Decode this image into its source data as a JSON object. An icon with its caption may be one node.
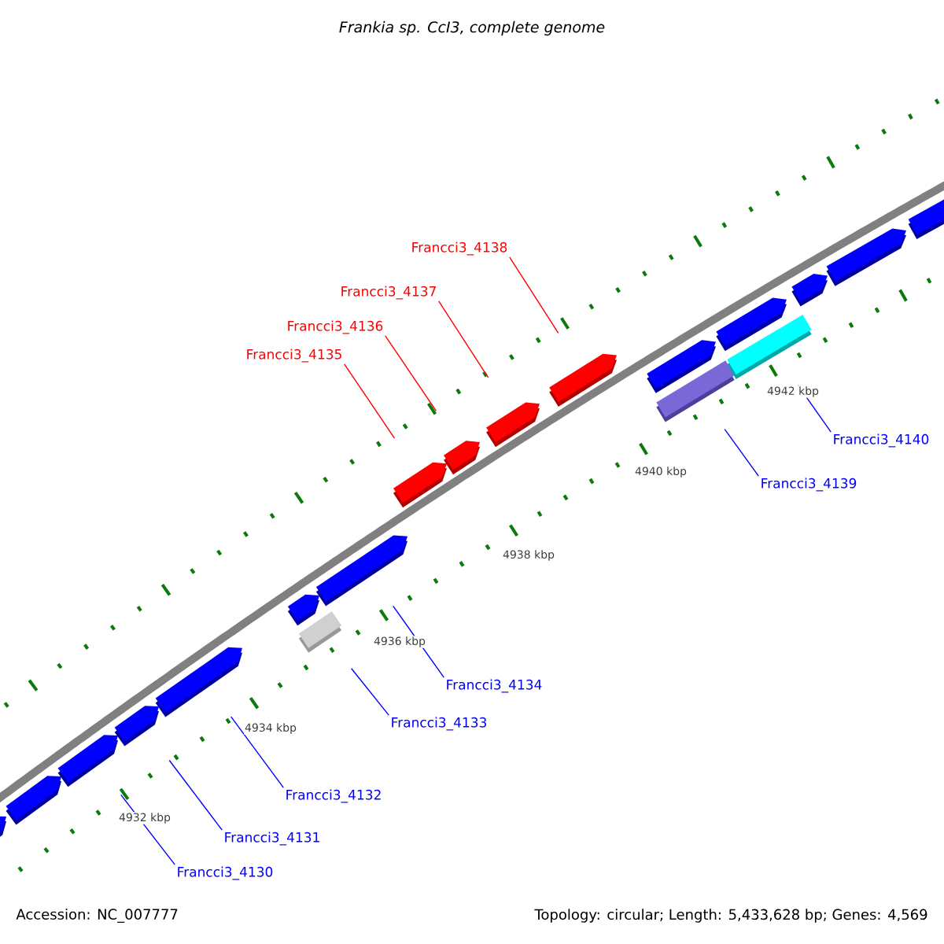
{
  "diagram": {
    "title": "Frankia sp. CcI3, complete genome",
    "nodes": [
      {
        "text": [
          "Francci3_4138"
        ]
      },
      {
        "text": [
          "Francci3_4137"
        ]
      },
      {
        "text": [
          "Francci3_4136"
        ]
      },
      {
        "text": [
          "Francci3_4135"
        ]
      },
      {
        "text": [
          "Francci3_4140"
        ]
      },
      {
        "text": [
          "Francci3_4139"
        ]
      },
      {
        "text": [
          "Francci3_4134"
        ]
      },
      {
        "text": [
          "Francci3_4133"
        ]
      },
      {
        "text": [
          "Francci3_4132"
        ]
      },
      {
        "text": [
          "Francci3_4131"
        ]
      },
      {
        "text": [
          "Francci3_4130"
        ]
      },
      {
        "text": [],
        "shape": "pentagon"
      },
      {
        "text": [],
        "shape": "pentagon"
      },
      {
        "text": [],
        "shape": "pentagon"
      },
      {
        "text": [],
        "shape": "pentagon"
      },
      {
        "text": [],
        "shape": "pentagon"
      },
      {
        "text": [],
        "shape": "pentagon"
      },
      {
        "text": [],
        "shape": "box"
      },
      {
        "text": [],
        "shape": "pentagon"
      },
      {
        "text": [],
        "shape": "pentagon"
      },
      {
        "text": [],
        "shape": "pentagon"
      },
      {
        "text": [],
        "shape": "pentagon"
      },
      {
        "text": [],
        "shape": "pentagon"
      },
      {
        "text": [],
        "shape": "pentagon"
      },
      {
        "text": [],
        "shape": "box"
      },
      {
        "text": [],
        "shape": "pentagon"
      },
      {
        "text": [],
        "shape": "box"
      },
      {
        "text": [],
        "shape": "pentagon"
      },
      {
        "text": [],
        "shape": "pentagon"
      },
      {
        "text": [],
        "shape": "pentagon"
      }
    ],
    "edges": [
      {
        "from": 0,
        "to": 22,
        "arrow": "none",
        "color": "#ff0000"
      },
      {
        "from": 1,
        "to": 21,
        "arrow": "none",
        "color": "#ff0000"
      },
      {
        "from": 2,
        "to": 20,
        "arrow": "none",
        "color": "#ff0000"
      },
      {
        "from": 3,
        "to": 19,
        "arrow": "none",
        "color": "#ff0000"
      },
      {
        "from": 4,
        "to": 26,
        "arrow": "none"
      },
      {
        "from": 5,
        "to": 24,
        "arrow": "none"
      },
      {
        "from": 6,
        "to": 18,
        "arrow": "none"
      },
      {
        "from": 7,
        "to": 17,
        "arrow": "none"
      },
      {
        "from": 8,
        "to": 15,
        "arrow": "none"
      },
      {
        "from": 9,
        "to": 14,
        "arrow": "none"
      },
      {
        "from": 10,
        "to": 13,
        "arrow": "none"
      }
    ],
    "labels": [
      "4942 kbp",
      "4940 kbp",
      "4938 kbp",
      "4936 kbp",
      "4934 kbp",
      "4932 kbp",
      "Accession: NC_007777",
      "Topology: circular; Length: 5,433,628 bp; Genes: 4,569"
    ]
  }
}
